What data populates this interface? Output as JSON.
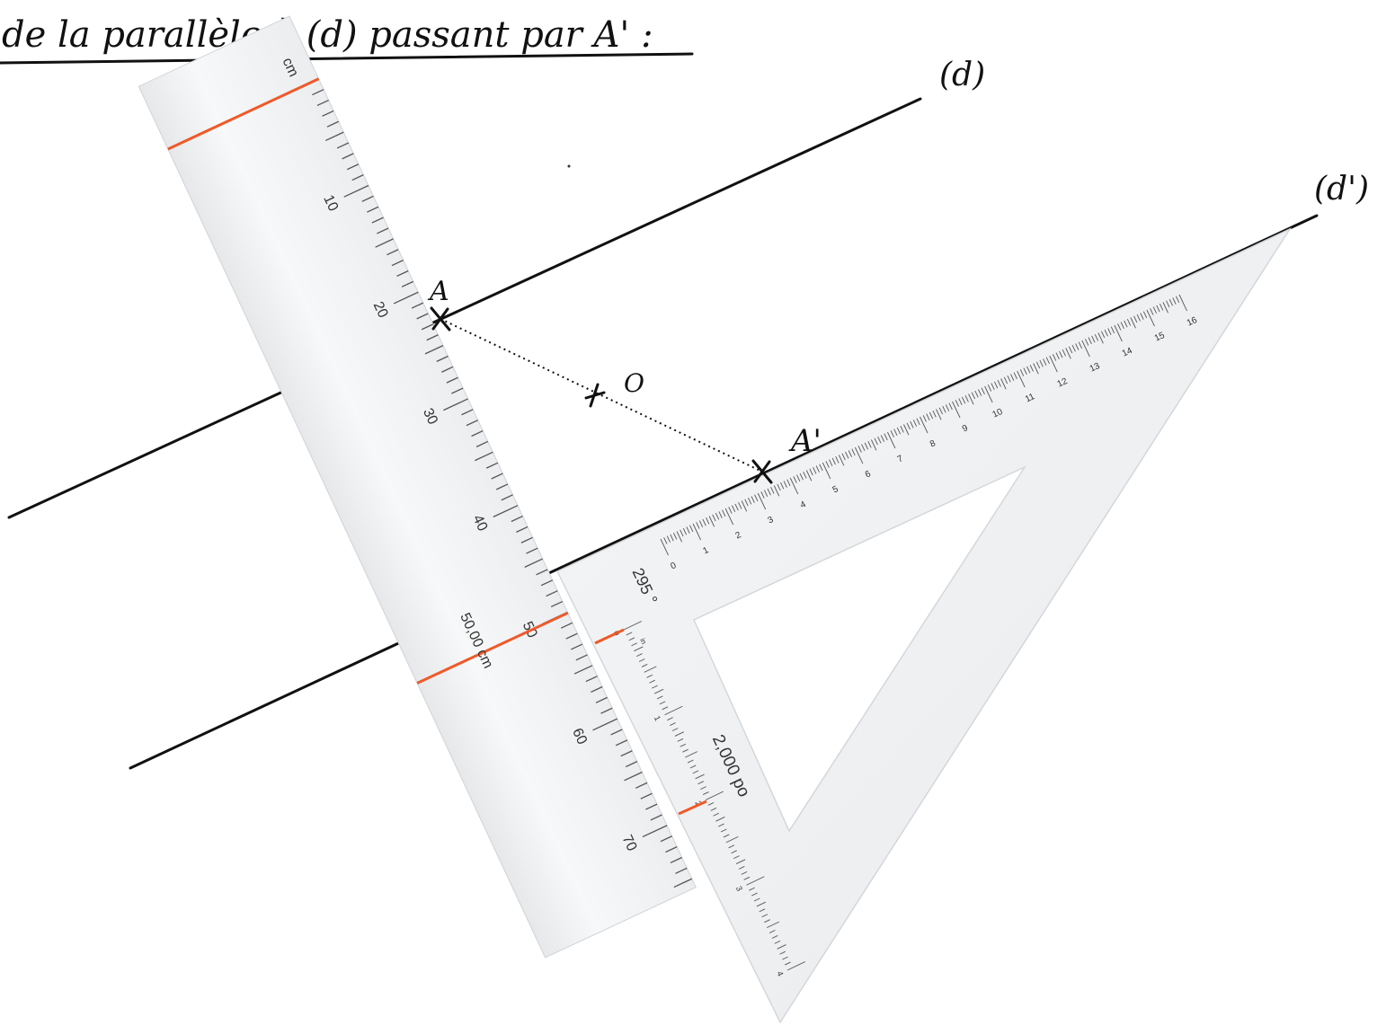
{
  "heading": "de la parallèle à (d) passant par A' :",
  "labels": {
    "line_d": "(d)",
    "line_d_prime": "(d')",
    "point_a": "A",
    "point_o": "O",
    "point_a_prime": "A'"
  },
  "ruler": {
    "unit_label": "cm",
    "tick_labels": [
      "10",
      "20",
      "30",
      "40",
      "50",
      "60",
      "70"
    ],
    "measurement": "50,00 cm"
  },
  "set_square": {
    "long_edge_labels": [
      "0",
      "1",
      "2",
      "3",
      "4",
      "5",
      "6",
      "7",
      "8",
      "9",
      "10",
      "11",
      "12",
      "13",
      "14",
      "15",
      "16"
    ],
    "short_edge_labels": [
      "0",
      "1",
      "2",
      "3",
      "4"
    ],
    "short_edge_unit": "in",
    "angle_readout": "295 °",
    "length_readout": "2,000 po"
  },
  "colors": {
    "ink": "#111111",
    "ruler_marker": "#ee5a2a",
    "tool_body": "#f4f5f6"
  }
}
